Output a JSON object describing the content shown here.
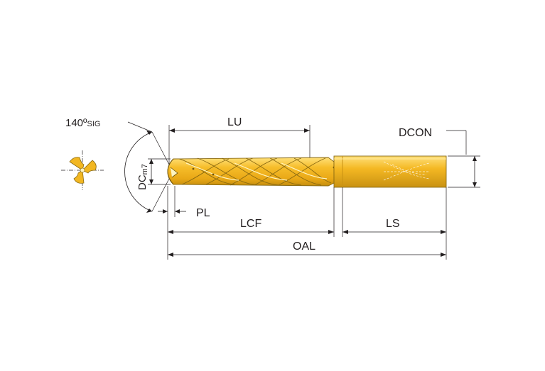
{
  "labels": {
    "point_angle": "140º",
    "point_angle_suffix": "SIG",
    "lu": "LU",
    "dcon": "DCON",
    "dc": "DC",
    "dc_tolerance": "m7",
    "pl": "PL",
    "lcf": "LCF",
    "ls": "LS",
    "oal": "OAL"
  },
  "colors": {
    "tool_body": "#f2b722",
    "tool_highlight": "#ffd969",
    "tool_shadow": "#c99212",
    "dimension_lines": "#231f20"
  }
}
